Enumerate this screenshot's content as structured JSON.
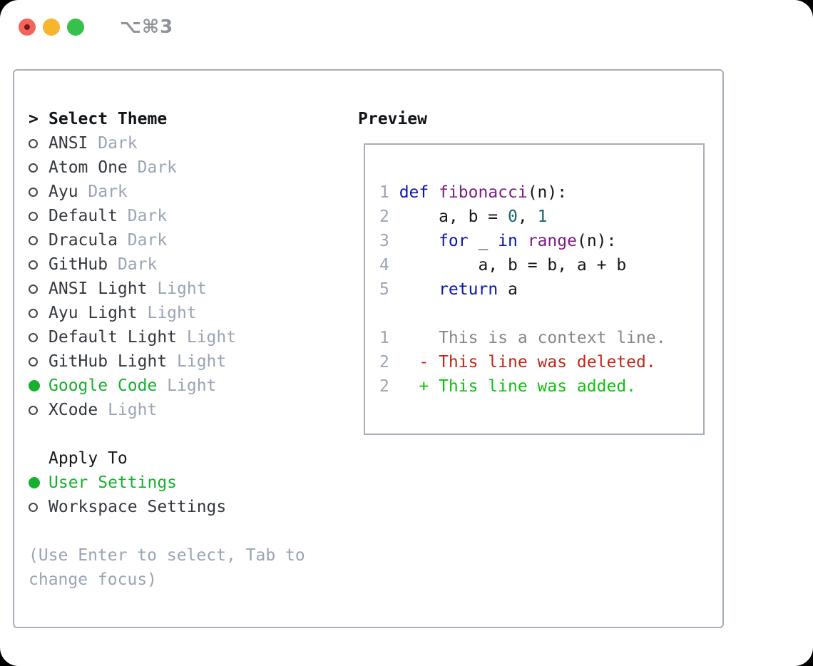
{
  "titlebar": {
    "title": "⌥⌘3"
  },
  "picker": {
    "cursor": ">",
    "title": "Select Theme",
    "themes": [
      {
        "name": "ANSI",
        "variant": "Dark",
        "selected": false
      },
      {
        "name": "Atom One",
        "variant": "Dark",
        "selected": false
      },
      {
        "name": "Ayu",
        "variant": "Dark",
        "selected": false
      },
      {
        "name": "Default",
        "variant": "Dark",
        "selected": false
      },
      {
        "name": "Dracula",
        "variant": "Dark",
        "selected": false
      },
      {
        "name": "GitHub",
        "variant": "Dark",
        "selected": false
      },
      {
        "name": "ANSI Light",
        "variant": "Light",
        "selected": false
      },
      {
        "name": "Ayu Light",
        "variant": "Light",
        "selected": false
      },
      {
        "name": "Default Light",
        "variant": "Light",
        "selected": false
      },
      {
        "name": "GitHub Light",
        "variant": "Light",
        "selected": false
      },
      {
        "name": "Google Code",
        "variant": "Light",
        "selected": true
      },
      {
        "name": "XCode",
        "variant": "Light",
        "selected": false
      }
    ],
    "apply_to": {
      "title": "Apply To",
      "options": [
        {
          "name": "User Settings",
          "selected": true
        },
        {
          "name": "Workspace Settings",
          "selected": false
        }
      ]
    },
    "hint_lines": [
      "(Use Enter to select, Tab to",
      "change focus)"
    ]
  },
  "preview": {
    "title": "Preview",
    "code_lines": [
      {
        "num": "1",
        "segments": [
          [
            "kw",
            "def "
          ],
          [
            "fn",
            "fibonacci"
          ],
          [
            "pl",
            "(n):"
          ]
        ]
      },
      {
        "num": "2",
        "segments": [
          [
            "pl",
            "    a, b = "
          ],
          [
            "lit",
            "0"
          ],
          [
            "pl",
            ", "
          ],
          [
            "lit",
            "1"
          ]
        ]
      },
      {
        "num": "3",
        "segments": [
          [
            "pl",
            "    "
          ],
          [
            "kw",
            "for"
          ],
          [
            "pl",
            " _ "
          ],
          [
            "kw",
            "in"
          ],
          [
            "pl",
            " "
          ],
          [
            "fn",
            "range"
          ],
          [
            "pl",
            "(n):"
          ]
        ]
      },
      {
        "num": "4",
        "segments": [
          [
            "pl",
            "        a, b = b, a + b"
          ]
        ]
      },
      {
        "num": "5",
        "segments": [
          [
            "pl",
            "    "
          ],
          [
            "kw",
            "return"
          ],
          [
            "pl",
            " a"
          ]
        ]
      }
    ],
    "diff_lines": [
      {
        "num": "1",
        "segments": [
          [
            "ctx",
            "    This is a context line."
          ]
        ]
      },
      {
        "num": "2",
        "segments": [
          [
            "del",
            "  - This line was deleted."
          ]
        ]
      },
      {
        "num": "2",
        "segments": [
          [
            "add",
            "  + This line was added."
          ]
        ]
      }
    ]
  },
  "colors": {
    "accent-green": "#16b02e",
    "muted": "#9aa4b4",
    "border": "#a6aeb9",
    "kw": "#0b16b3",
    "fn": "#7d1d86",
    "lit": "#116868",
    "pl": "#16181c",
    "ctx": "#84888d",
    "del": "#c4261a",
    "add": "#0dc20d",
    "red-light": "#f4645c",
    "yellow-light": "#f6b52d",
    "green-light": "#36c14c",
    "title-gray": "#8f9399",
    "dot-red": "#7b1710"
  }
}
